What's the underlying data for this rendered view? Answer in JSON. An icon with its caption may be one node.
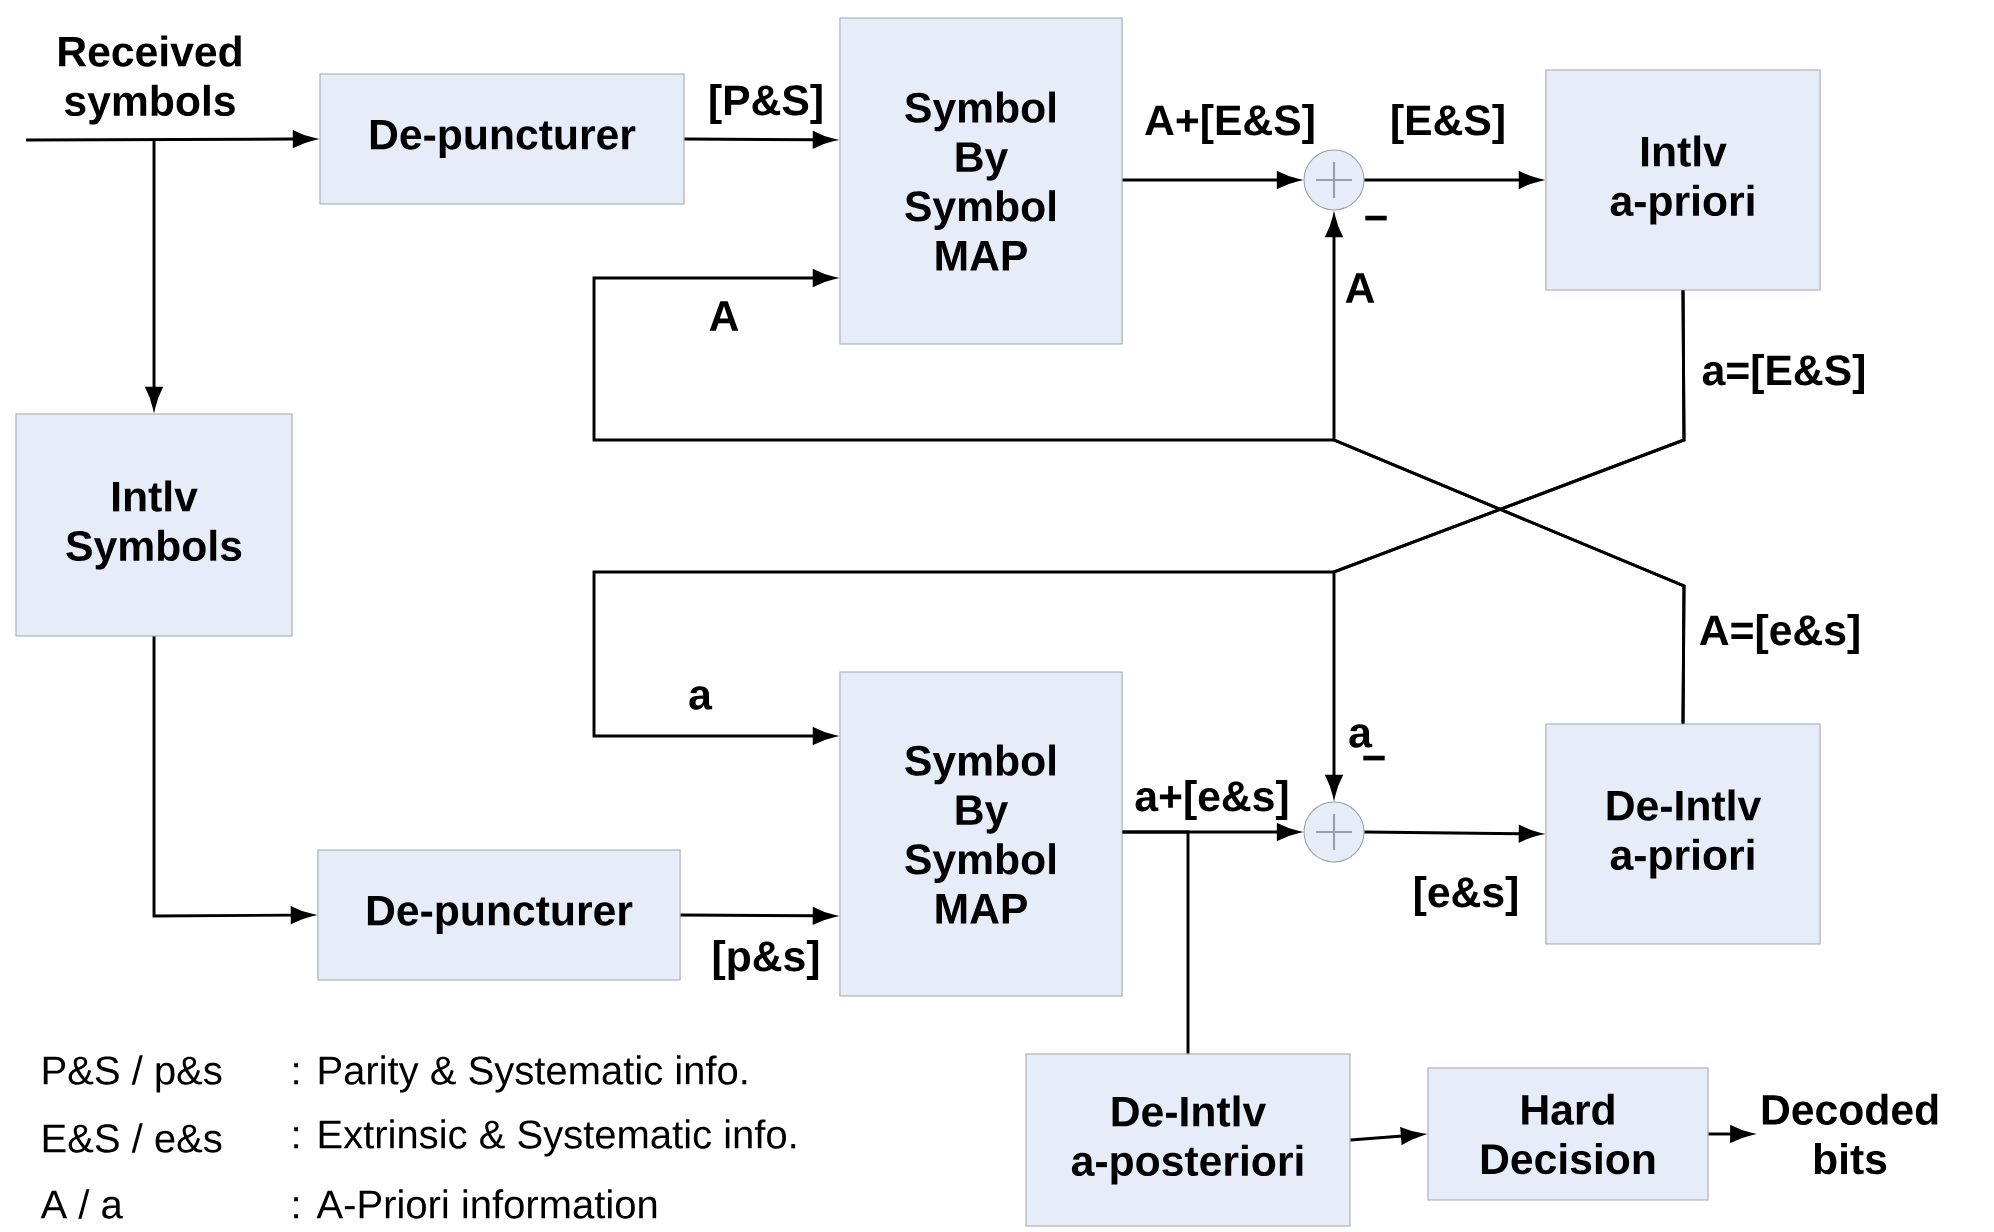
{
  "diagram": {
    "nodes": [
      {
        "text": [
          "De-puncturer"
        ]
      },
      {
        "text": [
          "Symbol By Symbol MAP"
        ]
      },
      {
        "text": [],
        "shape": "circle"
      },
      {
        "text": [
          "Intlv a-priori"
        ]
      },
      {
        "text": [
          "Intlv Symbols"
        ]
      },
      {
        "text": [
          "De-puncturer"
        ]
      },
      {
        "text": [
          "Symbol By Symbol MAP"
        ]
      },
      {
        "text": [],
        "shape": "circle"
      },
      {
        "text": [
          "De-Intlv a-priori"
        ]
      },
      {
        "text": [
          "De-Intlv a-posteriori"
        ]
      },
      {
        "text": [
          "Hard Decision"
        ]
      },
      {
        "text": [
          "Decoded bits"
        ]
      }
    ],
    "edges": [
      {
        "from": null,
        "to": 0,
        "arrow": "to",
        "label": "Received symbols"
      },
      {
        "from": null,
        "to": 4,
        "arrow": "to"
      },
      {
        "from": 0,
        "to": 1,
        "arrow": "to",
        "label": "[P&S]"
      },
      {
        "from": 1,
        "to": 2,
        "arrow": "to",
        "label": "A+[E&S]"
      },
      {
        "from": 2,
        "to": 3,
        "arrow": "to",
        "label": "[E&S]"
      },
      {
        "from": 8,
        "to": 1,
        "arrow": "to",
        "label": "A"
      },
      {
        "from": 8,
        "to": 2,
        "arrow": "to",
        "label": "A"
      },
      {
        "from": 3,
        "to": 6,
        "arrow": "to",
        "label": "a"
      },
      {
        "from": 3,
        "to": 7,
        "arrow": "to",
        "label": "a"
      },
      {
        "from": 4,
        "to": 5,
        "arrow": "to"
      },
      {
        "from": 5,
        "to": 6,
        "arrow": "to",
        "label": "[p&s]"
      },
      {
        "from": 6,
        "to": 7,
        "arrow": "to",
        "label": "a+[e&s]"
      },
      {
        "from": 7,
        "to": 8,
        "arrow": "to",
        "label": "[e&s]"
      },
      {
        "from": 6,
        "to": 9,
        "arrow": "none"
      },
      {
        "from": 9,
        "to": 10,
        "arrow": "to"
      },
      {
        "from": 10,
        "to": 11,
        "arrow": "to"
      }
    ],
    "labels": [
      "a=[E&S]",
      "−",
      "A=[e&s]",
      "−",
      "P&S / p&s",
      ": Parity & Systematic info.",
      "E&S / e&s",
      ": Extrinsic & Systematic info.",
      "A / a",
      ": A-Priori information"
    ]
  }
}
